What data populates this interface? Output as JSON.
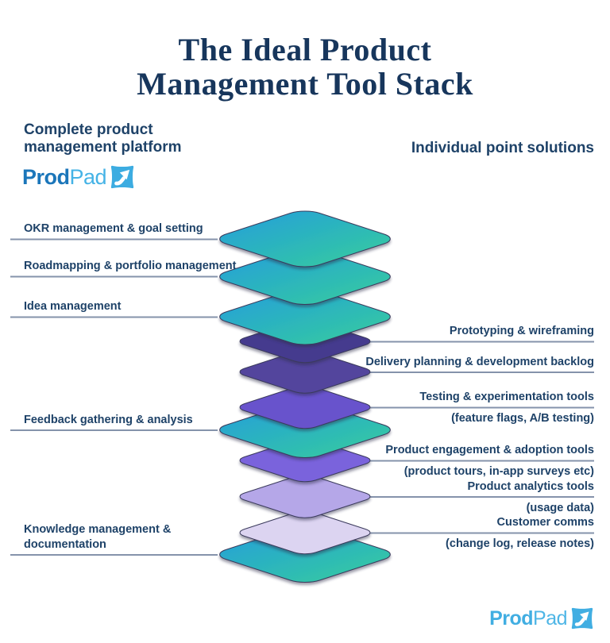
{
  "title": "The Ideal Product\nManagement Tool Stack",
  "left_header": "Complete product\nmanagement platform",
  "right_header": "Individual point solutions",
  "brand": {
    "prod": "Prod",
    "pad": "Pad"
  },
  "colors": {
    "teal_start": "#28A8CE",
    "teal_end": "#31C3AA",
    "connector": "#8593AB",
    "label_text": "#1E4268",
    "title_text": "#17365C",
    "logo_prod_top": "#1B76BA",
    "logo_pad_top": "#45B3E6",
    "logo_icon_top": "#3CACE1",
    "logo_bottom": "#41AEE2",
    "diamond_outline": "#3A3A5C"
  },
  "stack": {
    "layers": [
      {
        "name": "okr",
        "label": "OKR management & goal setting",
        "sublabel": "",
        "side": "left",
        "fill": "tealGrad"
      },
      {
        "name": "roadmapping",
        "label": "Roadmapping & portfolio management",
        "sublabel": "",
        "side": "left",
        "fill": "tealGrad"
      },
      {
        "name": "idea",
        "label": "Idea management",
        "sublabel": "",
        "side": "left",
        "fill": "tealGrad"
      },
      {
        "name": "prototyping",
        "label": "Prototyping & wireframing",
        "sublabel": "",
        "side": "right",
        "fill": "#453A8E"
      },
      {
        "name": "delivery",
        "label": "Delivery planning & development backlog",
        "sublabel": "",
        "side": "right",
        "fill": "#53459D"
      },
      {
        "name": "testing",
        "label": "Testing & experimentation tools",
        "sublabel": "(feature flags, A/B testing)",
        "side": "right",
        "fill": "#6853CC"
      },
      {
        "name": "feedback",
        "label": "Feedback gathering & analysis",
        "sublabel": "",
        "side": "left",
        "fill": "tealGrad"
      },
      {
        "name": "engagement",
        "label": "Product engagement & adoption tools",
        "sublabel": "(product tours, in-app surveys etc)",
        "side": "right",
        "fill": "#7A64DC"
      },
      {
        "name": "analytics",
        "label": "Product analytics tools",
        "sublabel": "(usage data)",
        "side": "right",
        "fill": "#B5A7E8"
      },
      {
        "name": "customer-comms",
        "label": "Customer comms",
        "sublabel": "(change log, release notes)",
        "side": "right",
        "fill": "#DCD4F1"
      },
      {
        "name": "knowledge",
        "label": "Knowledge management &\ndocumentation",
        "sublabel": "",
        "side": "left",
        "fill": "tealGrad"
      }
    ]
  }
}
